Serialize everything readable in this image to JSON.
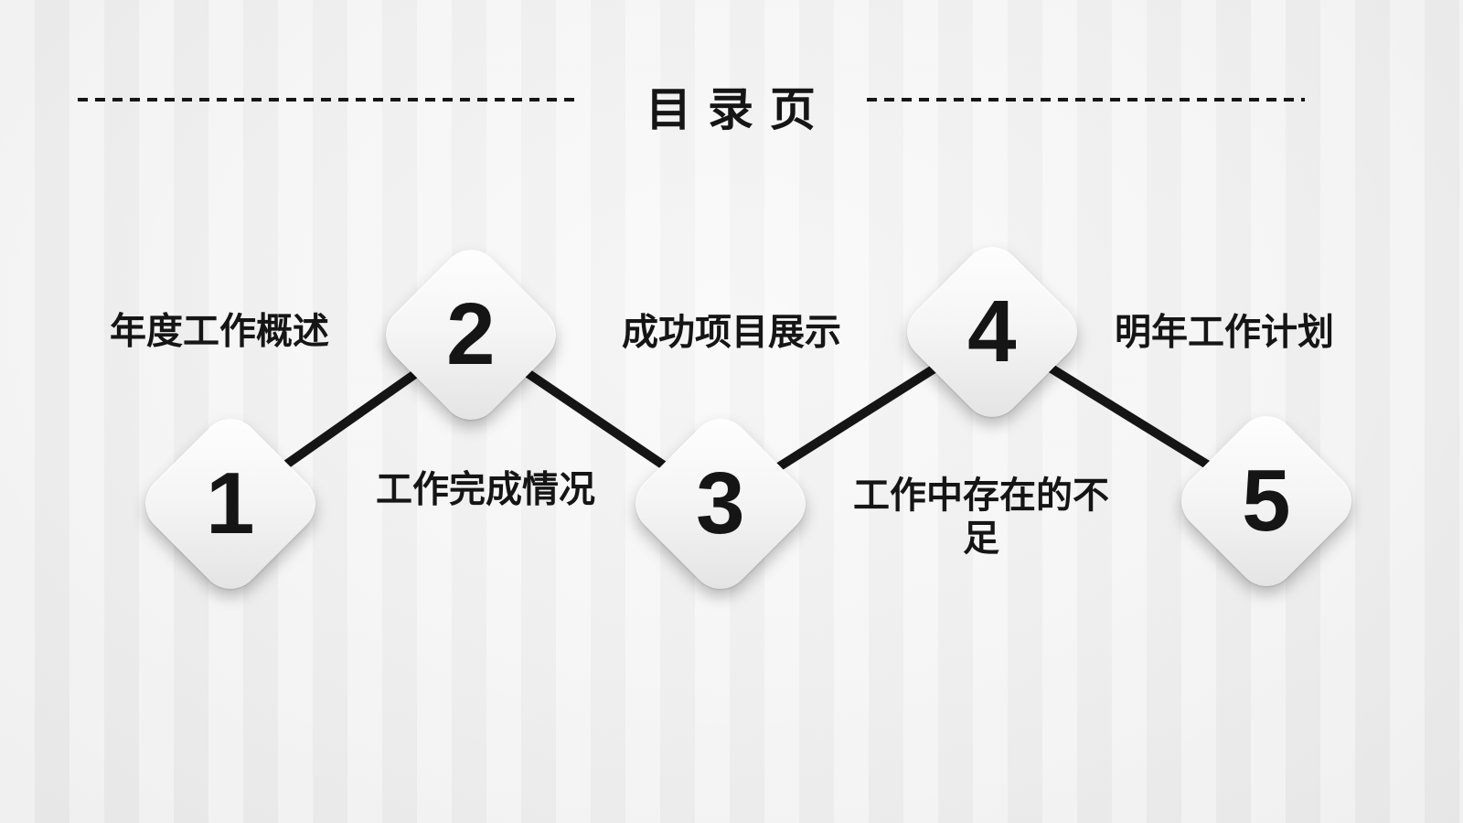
{
  "header": {
    "title": "目 录 页"
  },
  "toc": {
    "items": [
      {
        "number": "1",
        "label": "年度工作概述"
      },
      {
        "number": "2",
        "label": "工作完成情况"
      },
      {
        "number": "3",
        "label": "成功项目展示"
      },
      {
        "number": "4",
        "label": "工作中存在的不足"
      },
      {
        "number": "5",
        "label": "明年工作计划"
      }
    ]
  },
  "colors": {
    "text": "#151515",
    "connector": "#151515",
    "diamond_highlight": "#ffffff",
    "diamond_shade": "#e2e2e2"
  }
}
